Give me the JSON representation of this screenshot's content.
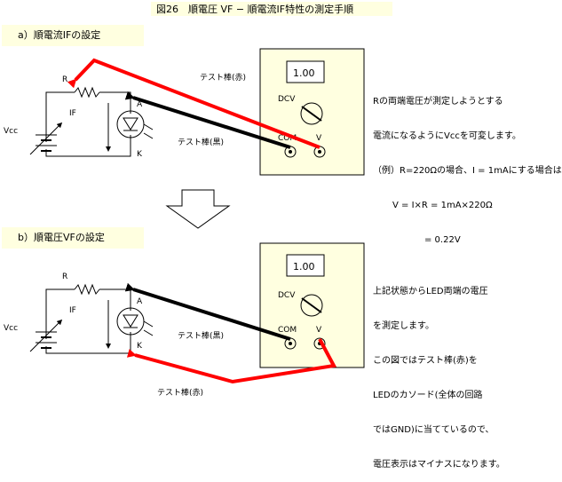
{
  "title": "図26　順電圧 VF − 順電流IF特性の測定手順",
  "sections": [
    {
      "heading": "a）順電流IFの設定",
      "circuit": {
        "r": "R",
        "if": "IF",
        "vcc": "Vcc",
        "a": "A",
        "k": "K"
      },
      "meter": {
        "display": "1.00",
        "range": "DCV",
        "com": "COM",
        "v": "V"
      },
      "probe_red": "テスト棒(赤)",
      "probe_black": "テスト棒(黒)",
      "note_lines": [
        "Rの両端電圧が測定しようとする",
        "電流になるようにVccを可変します。",
        "（例）R=220Ωの場合、I = 1mAにする場合は",
        "V = I×R = 1mA×220Ω",
        "= 0.22V"
      ]
    },
    {
      "heading": "b）順電圧VFの設定",
      "circuit": {
        "r": "R",
        "if": "IF",
        "vcc": "Vcc",
        "a": "A",
        "k": "K"
      },
      "meter": {
        "display": "1.00",
        "range": "DCV",
        "com": "COM",
        "v": "V"
      },
      "probe_red": "テスト棒(赤)",
      "probe_black": "テスト棒(黒)",
      "note_lines": [
        "上記状態からLED両端の電圧",
        "を測定します。",
        "この図ではテスト棒(赤)を",
        "LEDのカソード(全体の回路",
        "ではGND)に当てているので、",
        "電圧表示はマイナスになります。"
      ]
    }
  ],
  "colors": {
    "red_probe": "#ff0000",
    "black_probe": "#000000",
    "highlight": "#ffffe0"
  }
}
